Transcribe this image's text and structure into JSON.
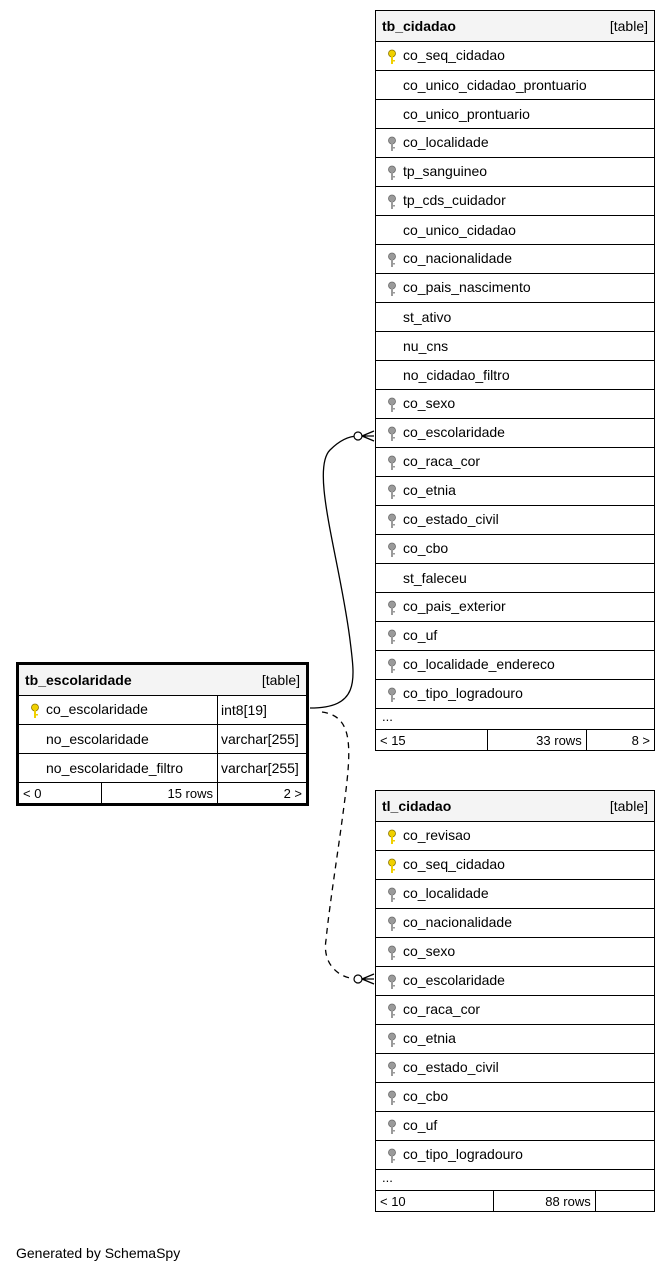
{
  "tables": {
    "tb_cidadao": {
      "name": "tb_cidadao",
      "type_label": "[table]",
      "columns": [
        {
          "name": "co_seq_cidadao",
          "key": "primary"
        },
        {
          "name": "co_unico_cidadao_prontuario",
          "key": "none"
        },
        {
          "name": "co_unico_prontuario",
          "key": "none"
        },
        {
          "name": "co_localidade",
          "key": "foreign"
        },
        {
          "name": "tp_sanguineo",
          "key": "foreign"
        },
        {
          "name": "tp_cds_cuidador",
          "key": "foreign"
        },
        {
          "name": "co_unico_cidadao",
          "key": "none"
        },
        {
          "name": "co_nacionalidade",
          "key": "foreign"
        },
        {
          "name": "co_pais_nascimento",
          "key": "foreign"
        },
        {
          "name": "st_ativo",
          "key": "none"
        },
        {
          "name": "nu_cns",
          "key": "none"
        },
        {
          "name": "no_cidadao_filtro",
          "key": "none"
        },
        {
          "name": "co_sexo",
          "key": "foreign"
        },
        {
          "name": "co_escolaridade",
          "key": "foreign"
        },
        {
          "name": "co_raca_cor",
          "key": "foreign"
        },
        {
          "name": "co_etnia",
          "key": "foreign"
        },
        {
          "name": "co_estado_civil",
          "key": "foreign"
        },
        {
          "name": "co_cbo",
          "key": "foreign"
        },
        {
          "name": "st_faleceu",
          "key": "none"
        },
        {
          "name": "co_pais_exterior",
          "key": "foreign"
        },
        {
          "name": "co_uf",
          "key": "foreign"
        },
        {
          "name": "co_localidade_endereco",
          "key": "foreign"
        },
        {
          "name": "co_tipo_logradouro",
          "key": "foreign"
        }
      ],
      "ellipsis": "...",
      "footer": {
        "parents": "< 15",
        "rows": "33 rows",
        "children": "8 >"
      }
    },
    "tb_escolaridade": {
      "name": "tb_escolaridade",
      "type_label": "[table]",
      "columns": [
        {
          "name": "co_escolaridade",
          "key": "primary",
          "type": "int8[19]"
        },
        {
          "name": "no_escolaridade",
          "key": "none",
          "type": "varchar[255]"
        },
        {
          "name": "no_escolaridade_filtro",
          "key": "none",
          "type": "varchar[255]"
        }
      ],
      "footer": {
        "parents": "< 0",
        "rows": "15 rows",
        "children": "2 >"
      }
    },
    "tl_cidadao": {
      "name": "tl_cidadao",
      "type_label": "[table]",
      "columns": [
        {
          "name": "co_revisao",
          "key": "primary"
        },
        {
          "name": "co_seq_cidadao",
          "key": "primary"
        },
        {
          "name": "co_localidade",
          "key": "foreign"
        },
        {
          "name": "co_nacionalidade",
          "key": "foreign"
        },
        {
          "name": "co_sexo",
          "key": "foreign"
        },
        {
          "name": "co_escolaridade",
          "key": "foreign"
        },
        {
          "name": "co_raca_cor",
          "key": "foreign"
        },
        {
          "name": "co_etnia",
          "key": "foreign"
        },
        {
          "name": "co_estado_civil",
          "key": "foreign"
        },
        {
          "name": "co_cbo",
          "key": "foreign"
        },
        {
          "name": "co_uf",
          "key": "foreign"
        },
        {
          "name": "co_tipo_logradouro",
          "key": "foreign"
        }
      ],
      "ellipsis": "...",
      "footer": {
        "parents": "< 10",
        "rows": "88 rows",
        "children": ""
      }
    }
  },
  "relationships": [
    {
      "from": "tb_escolaridade.co_escolaridade",
      "to": "tb_cidadao.co_escolaridade",
      "style": "solid",
      "implied": false
    },
    {
      "from": "tb_escolaridade.co_escolaridade",
      "to": "tl_cidadao.co_escolaridade",
      "style": "dashed",
      "implied": true
    }
  ],
  "colors": {
    "primary_key": "#f0d000",
    "foreign_key": "#9a9a9a",
    "header_bg": "#f4f4f4"
  },
  "footer_note": "Generated by SchemaSpy"
}
